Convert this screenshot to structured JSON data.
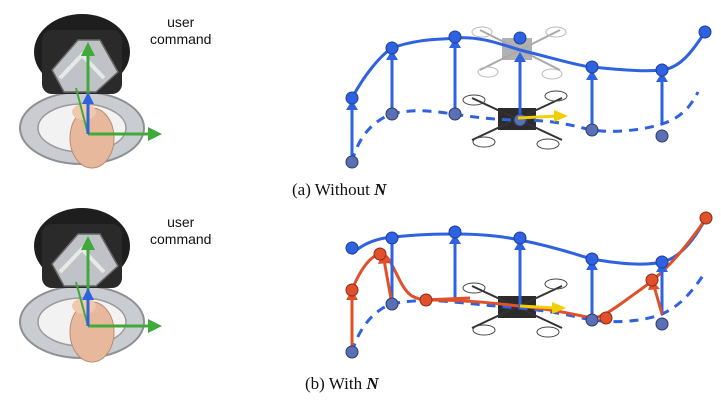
{
  "panels": [
    {
      "caption_label": "(a) Without",
      "caption_symbol": "N",
      "command_text_line1": "user",
      "command_text_line2": "command"
    },
    {
      "caption_label": "(b) With",
      "caption_symbol": "N",
      "command_text_line1": "user",
      "command_text_line2": "command"
    }
  ],
  "colors": {
    "blue": "#2e62e0",
    "orange": "#e0502a",
    "green": "#3faa3a",
    "yellow": "#f0d000"
  }
}
